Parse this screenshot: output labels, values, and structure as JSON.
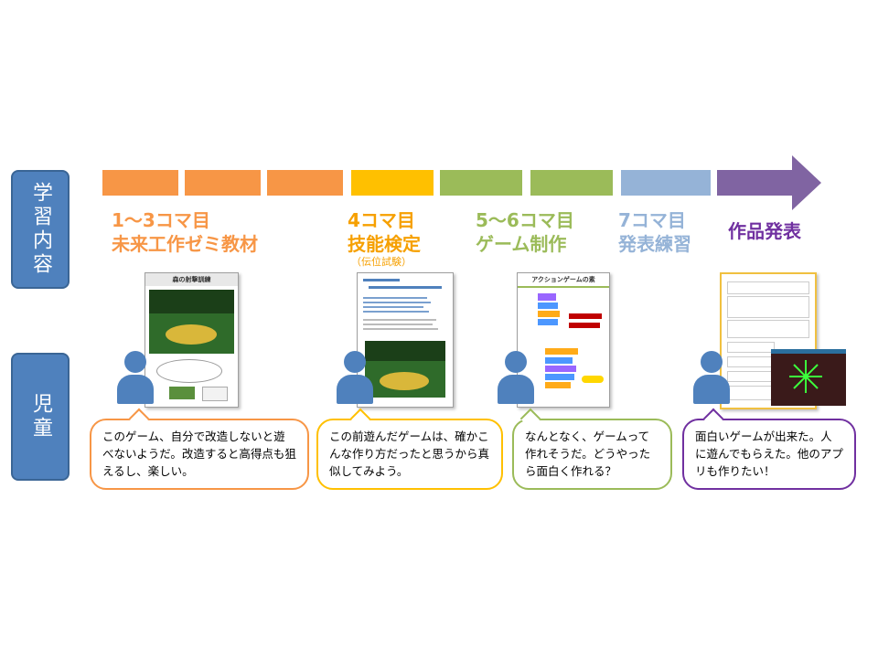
{
  "rows": {
    "content_label": "学習内容",
    "students_label": "児童"
  },
  "timeline": {
    "segment_colors": [
      "#f79646",
      "#f79646",
      "#f79646",
      "#ffc000",
      "#9bbb59",
      "#9bbb59",
      "#95b3d7",
      "#8064a2"
    ]
  },
  "phases": [
    {
      "line1": "1～3コマ目",
      "line2": "未来工作ゼミ教材",
      "color": "#f79646"
    },
    {
      "line1": "4コマ目",
      "line2": "技能検定",
      "sub": "（伝位試験）",
      "color": "#f6a000"
    },
    {
      "line1": "5～6コマ目",
      "line2": "ゲーム制作",
      "color": "#9bbb59"
    },
    {
      "line1": "7コマ目",
      "line2": "発表練習",
      "color": "#95b3d7"
    },
    {
      "line1": "作品発表",
      "color": "#7030a0"
    }
  ],
  "thumbnails": {
    "t1_title": "森の射撃訓練",
    "t3_title": "アクションゲームの素"
  },
  "bubbles": [
    {
      "text": "このゲーム、自分で改造しないと遊べないようだ。改造すると高得点も狙えるし、楽しい。",
      "color": "#f79646"
    },
    {
      "text": "この前遊んだゲームは、確かこんな作り方だったと思うから真似してみよう。",
      "color": "#ffc000"
    },
    {
      "text": "なんとなく、ゲームって作れそうだ。どうやったら面白く作れる？",
      "color": "#9bbb59"
    },
    {
      "text": "面白いゲームが出来た。人に遊んでもらえた。他のアプリも作りたい！",
      "color": "#7030a0"
    }
  ]
}
